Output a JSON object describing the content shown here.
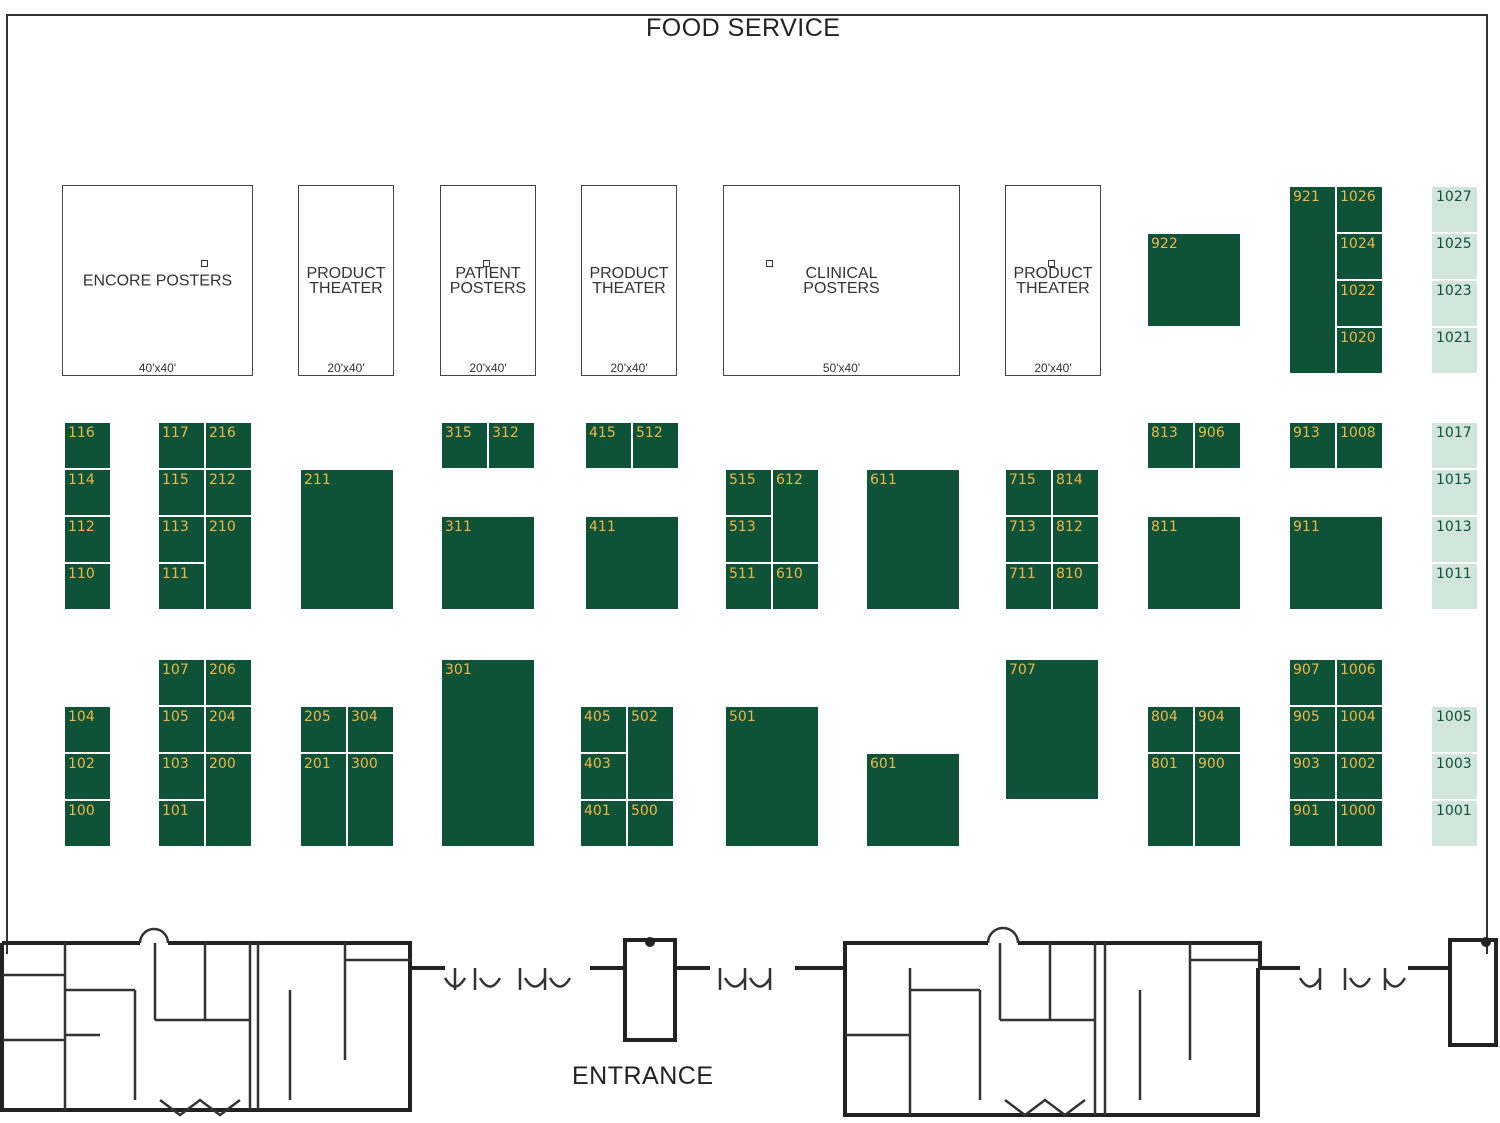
{
  "labels": {
    "top": "FOOD SERVICE",
    "bottom": "ENTRANCE"
  },
  "areas": [
    {
      "id": "encore",
      "name": "ENCORE POSTERS",
      "size": "40'x40'"
    },
    {
      "id": "pt1",
      "name": "PRODUCT\nTHEATER",
      "size": "20'x40'"
    },
    {
      "id": "patient",
      "name": "PATIENT\nPOSTERS",
      "size": "20'x40'"
    },
    {
      "id": "pt2",
      "name": "PRODUCT\nTHEATER",
      "size": "20'x40'"
    },
    {
      "id": "clinical",
      "name": "CLINICAL\nPOSTERS",
      "size": "50'x40'"
    },
    {
      "id": "pt3",
      "name": "PRODUCT\nTHEATER",
      "size": "20'x40'"
    }
  ],
  "booths": [
    "116",
    "114",
    "112",
    "110",
    "117",
    "115",
    "113",
    "111",
    "216",
    "212",
    "210",
    "211",
    "315",
    "312",
    "311",
    "415",
    "512",
    "411",
    "515",
    "513",
    "511",
    "612",
    "610",
    "611",
    "715",
    "713",
    "711",
    "814",
    "812",
    "810",
    "813",
    "906",
    "811",
    "913",
    "1008",
    "911",
    "922",
    "921",
    "1026",
    "1024",
    "1022",
    "1020",
    "1027",
    "1025",
    "1023",
    "1021",
    "1017",
    "1015",
    "1013",
    "1011",
    "104",
    "102",
    "100",
    "107",
    "105",
    "103",
    "101",
    "206",
    "204",
    "200",
    "205",
    "201",
    "304",
    "300",
    "301",
    "405",
    "403",
    "401",
    "502",
    "500",
    "501",
    "601",
    "707",
    "804",
    "801",
    "904",
    "900",
    "907",
    "905",
    "903",
    "901",
    "1006",
    "1004",
    "1002",
    "1000",
    "1005",
    "1003",
    "1001"
  ],
  "colors": {
    "booth": "#0e5238",
    "booth_number": "#f0b848",
    "available_booth": "#d2e5dc"
  }
}
